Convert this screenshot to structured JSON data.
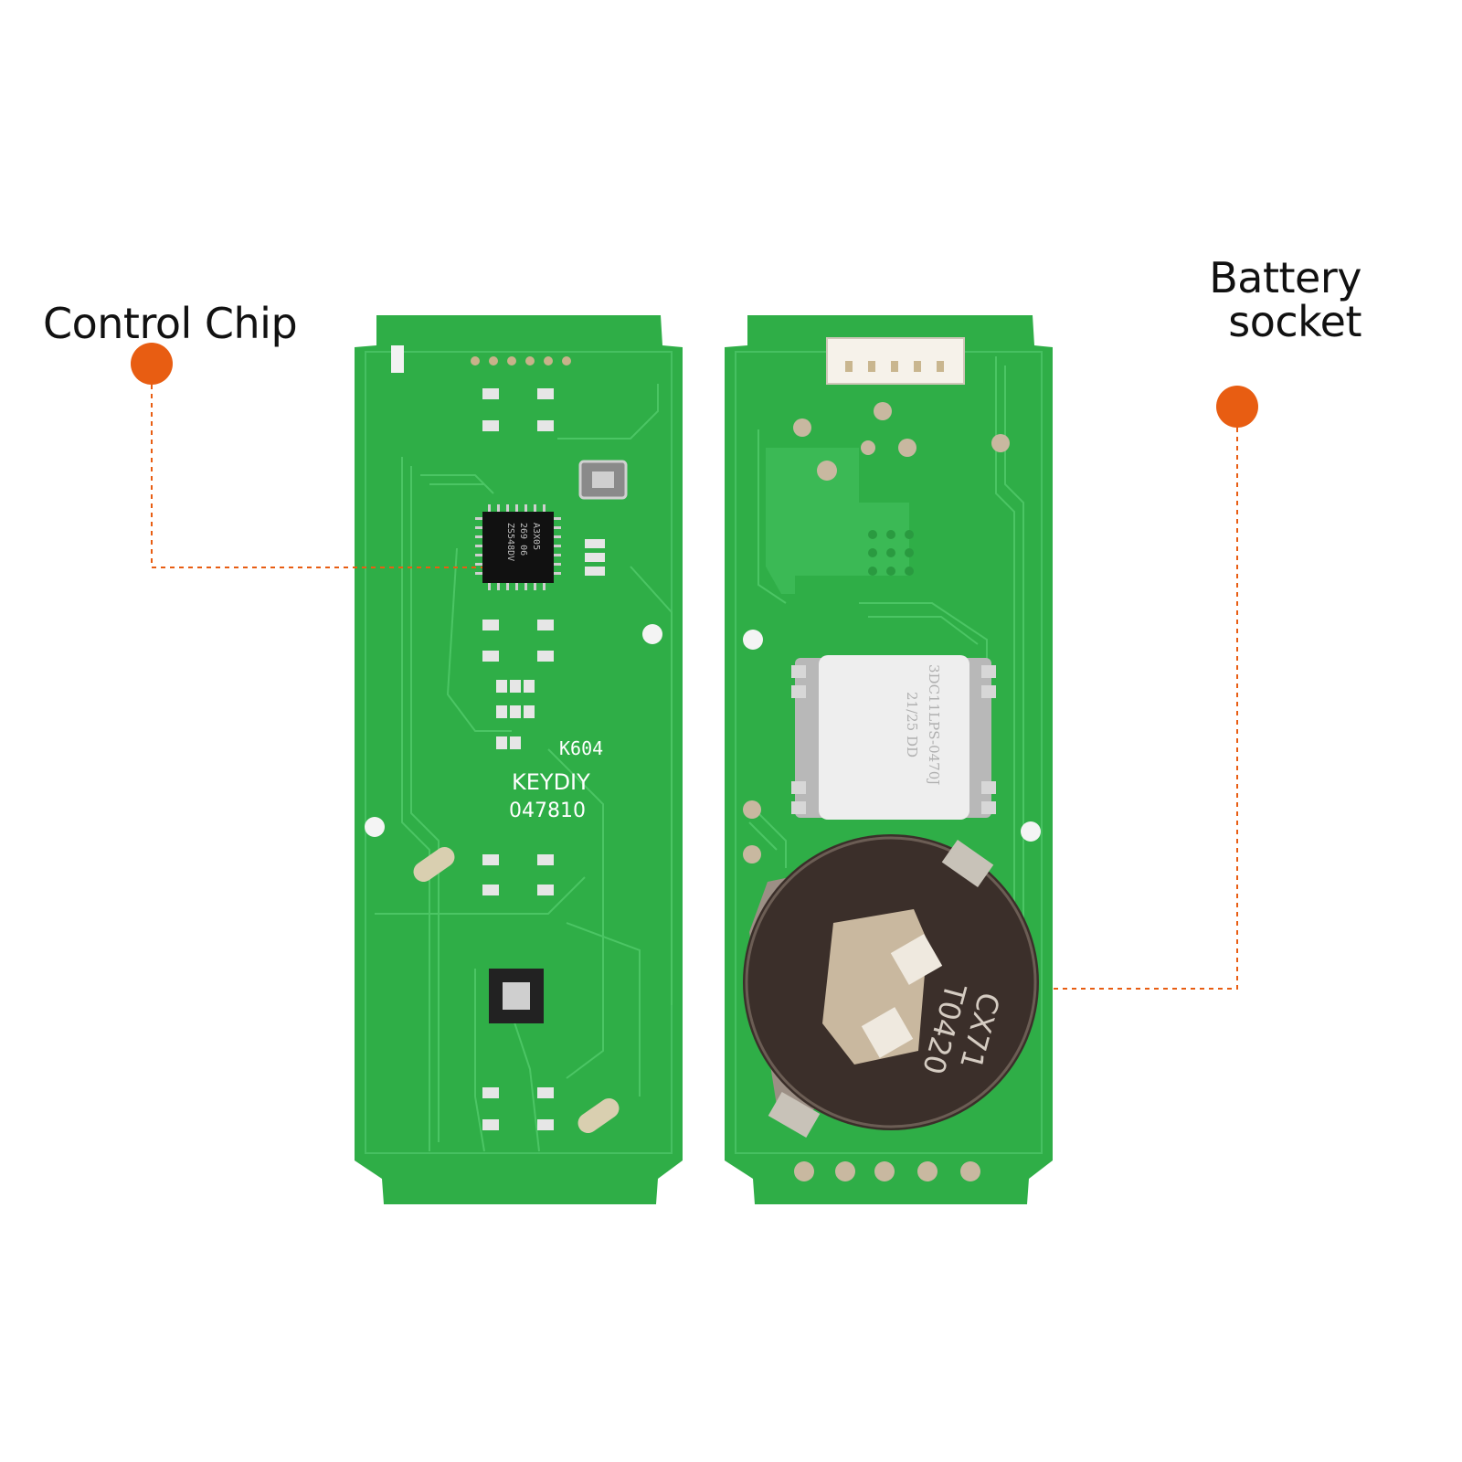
{
  "callouts": {
    "control_chip": {
      "label": "Control Chip"
    },
    "battery_socket": {
      "label": "Battery\nsocket"
    }
  },
  "board_markings": {
    "model": "K604",
    "brand": "KEYDIY",
    "serial": "047810",
    "chip_text_1": "A3X05",
    "chip_text_2": "269 06",
    "chip_text_3": "ZS548DV",
    "module_text_1": "3DC11LPS-0470J",
    "module_text_2": "21/25 DD",
    "battery_text_1": "CX71",
    "battery_text_2": "T0420"
  },
  "colors": {
    "accent": "#e85d12",
    "pcb_green": "#2fae47",
    "pcb_trace": "#4cc262",
    "pad_silver": "#d8d8d8",
    "battery_holder": "#3b2f2a"
  }
}
